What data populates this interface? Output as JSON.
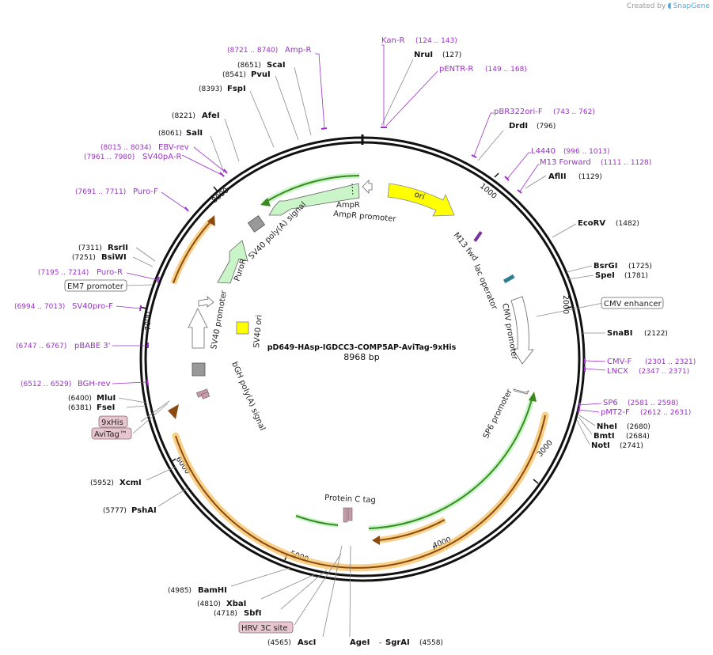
{
  "credit": {
    "prefix": "Created by",
    "brand": "SnapGene"
  },
  "plasmid": {
    "name": "pD649-HAsp-IGDCC3-COMP5AP-AviTag-9xHis",
    "size": "8968 bp"
  },
  "ticks": [
    "1000",
    "2000",
    "3000",
    "4000",
    "5000",
    "6000",
    "7000",
    "8000"
  ],
  "sites": [
    {
      "name": "NruI",
      "num": "(127)"
    },
    {
      "name": "DrdI",
      "num": "(796)"
    },
    {
      "name": "AflII",
      "num": "(1129)"
    },
    {
      "name": "EcoRV",
      "num": "(1482)"
    },
    {
      "name": "BsrGI",
      "num": "(1725)"
    },
    {
      "name": "SpeI",
      "num": "(1781)"
    },
    {
      "name": "SnaBI",
      "num": "(2122)"
    },
    {
      "name": "NheI",
      "num": "(2680)"
    },
    {
      "name": "BmtI",
      "num": "(2684)"
    },
    {
      "name": "NotI",
      "num": "(2741)"
    },
    {
      "name": "SgrAI",
      "num": "(4558)"
    },
    {
      "name": "AgeI",
      "num": "-"
    },
    {
      "name": "AscI",
      "num": "(4565)"
    },
    {
      "name": "SbfI",
      "num": "(4718)"
    },
    {
      "name": "XbaI",
      "num": "(4810)"
    },
    {
      "name": "BamHI",
      "num": "(4985)"
    },
    {
      "name": "PshAI",
      "num": "(5777)"
    },
    {
      "name": "XcmI",
      "num": "(5952)"
    },
    {
      "name": "FseI",
      "num": "(6381)"
    },
    {
      "name": "MluI",
      "num": "(6400)"
    },
    {
      "name": "BsiWI",
      "num": "(7251)"
    },
    {
      "name": "RsrII",
      "num": "(7311)"
    },
    {
      "name": "SalI",
      "num": "(8061)"
    },
    {
      "name": "AfeI",
      "num": "(8221)"
    },
    {
      "name": "FspI",
      "num": "(8393)"
    },
    {
      "name": "PvuI",
      "num": "(8541)"
    },
    {
      "name": "ScaI",
      "num": "(8651)"
    }
  ],
  "primers": [
    {
      "name": "Kan-R",
      "range": "(124 .. 143)"
    },
    {
      "name": "pENTR-R",
      "range": "(149 .. 168)"
    },
    {
      "name": "pBR322ori-F",
      "range": "(743 .. 762)"
    },
    {
      "name": "L4440",
      "range": "(996 .. 1013)"
    },
    {
      "name": "M13 Forward",
      "range": "(1111 .. 1128)"
    },
    {
      "name": "CMV-F",
      "range": "(2301 .. 2321)"
    },
    {
      "name": "LNCX",
      "range": "(2347 .. 2371)"
    },
    {
      "name": "SP6",
      "range": "(2581 .. 2598)"
    },
    {
      "name": "pMT2-F",
      "range": "(2612 .. 2631)"
    },
    {
      "name": "BGH-rev",
      "range": "(6512 .. 6529)"
    },
    {
      "name": "pBABE 3'",
      "range": "(6747 .. 6767)"
    },
    {
      "name": "SV40pro-F",
      "range": "(6994 .. 7013)"
    },
    {
      "name": "Puro-R",
      "range": "(7195 .. 7214)"
    },
    {
      "name": "Puro-F",
      "range": "(7691 .. 7711)"
    },
    {
      "name": "SV40pA-R",
      "range": "(7961 .. 7980)"
    },
    {
      "name": "EBV-rev",
      "range": "(8015 .. 8034)"
    },
    {
      "name": "Amp-R",
      "range": "(8721 .. 8740)"
    }
  ],
  "boxed_labels": {
    "em7": "EM7 promoter",
    "cmv_enhancer": "CMV enhancer",
    "his": "9xHis",
    "avitag": "AviTag™",
    "hrv": "HRV 3C site"
  },
  "features": {
    "ori": "ori",
    "m13_fwd": "M13 fwd",
    "lac_operator": "lac operator",
    "cmv_promoter": "CMV promoter",
    "sp6_promoter": "SP6 promoter",
    "protein_c": "Protein C tag",
    "bgh": "bGH poly(A) signal",
    "sv40_promoter": "SV40 promoter",
    "sv40_ori": "SV40 ori",
    "puror": "PuroR",
    "sv40_polya": "SV40 poly(A) signal",
    "ampr": "AmpR",
    "ampr_promoter": "AmpR promoter"
  },
  "colors": {
    "backbone": "#111111",
    "primer": "#9b30c8",
    "ori": "#ffff00",
    "cds_outline": "#5ab030",
    "cds_fill": "#c9f5c9",
    "orange_glow": "#f7c060",
    "orange_core": "#8a4a10",
    "promoter_fill": "#ffffff",
    "polya_fill": "#999999",
    "tag_fill": "#c89aa8",
    "lac_fill": "#2f7f92"
  }
}
